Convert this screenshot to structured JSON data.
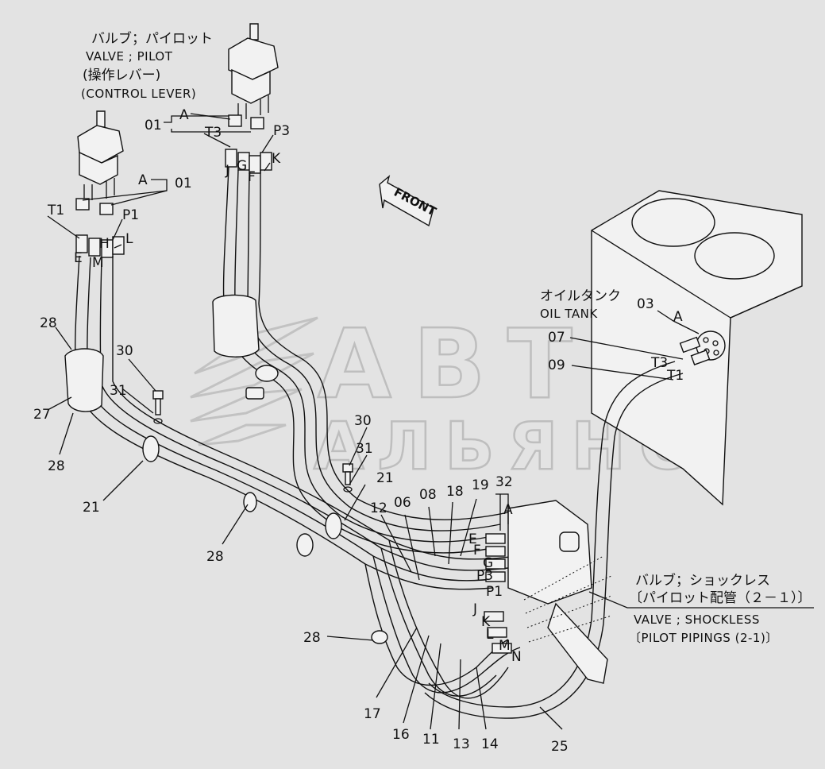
{
  "callouts": {
    "pilot_valve": {
      "jp": "バルブ；パイロット",
      "en": "VALVE ; PILOT",
      "sub_jp": "(操作レバー)",
      "sub_en": "(CONTROL LEVER)"
    },
    "oil_tank": {
      "jp": "オイルタンク",
      "en": "OIL TANK"
    },
    "shockless_valve": {
      "jp": "バルブ；ショックレス",
      "jp_sub": "〔パイロット配管（２－１）〕",
      "en": "VALVE ; SHOCKLESS",
      "en_sub": "〔PILOT PIPINGS (2-1)〕"
    },
    "front_arrow": "FRONT"
  },
  "watermark": {
    "line1": "АВТО",
    "line2": "АЛЬЯНС"
  },
  "part_numbers": {
    "p01_top": "01",
    "p01_left": "01",
    "p03": "03",
    "p06": "06",
    "p07": "07",
    "p08": "08",
    "p09": "09",
    "p11": "11",
    "p12": "12",
    "p13": "13",
    "p14": "14",
    "p16": "16",
    "p17": "17",
    "p18": "18",
    "p19": "19",
    "p21_left": "21",
    "p21_right": "21",
    "p25": "25",
    "p27": "27",
    "p28_a": "28",
    "p28_b": "28",
    "p28_c": "28",
    "p28_d": "28",
    "p30_a": "30",
    "p30_b": "30",
    "p31_a": "31",
    "p31_b": "31",
    "p32": "32"
  },
  "port_letters": {
    "a_top": "A",
    "a_left": "A",
    "a_tank": "A",
    "a_valve": "A",
    "t3_top": "T3",
    "p3_top": "P3",
    "k_top": "K",
    "j_top": "J",
    "g_top": "G",
    "f_top": "F",
    "t1_left": "T1",
    "p1_left": "P1",
    "l_left": "L",
    "e_left": "E",
    "m_left": "M",
    "h_left": "H",
    "t3_tank": "T3",
    "t1_tank": "T1",
    "e_valve": "E",
    "f_valve": "F",
    "g_valve": "G",
    "p3_valve": "P3",
    "p1_valve": "P1",
    "j_valve": "J",
    "k_valve": "K",
    "l_valve": "L",
    "m_valve": "M",
    "n_valve": "N"
  }
}
